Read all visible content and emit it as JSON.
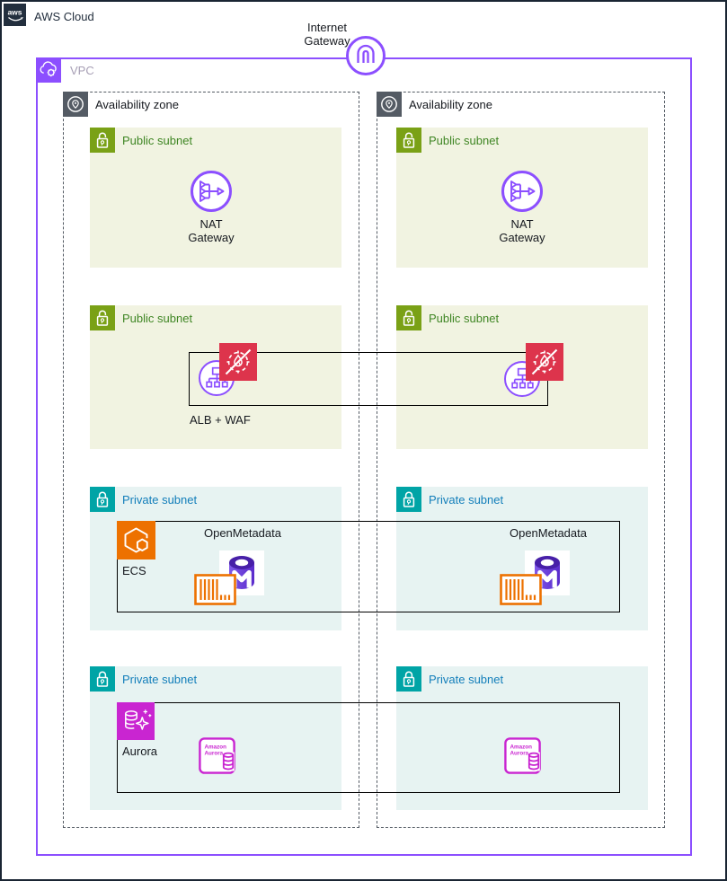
{
  "header": {
    "logo_text": "aws",
    "title": "AWS Cloud"
  },
  "vpc": {
    "label": "VPC"
  },
  "internet_gateway": {
    "line1": "Internet",
    "line2": "Gateway"
  },
  "zones": {
    "label": "Availability zone"
  },
  "labels": {
    "public_subnet": "Public subnet",
    "private_subnet": "Private subnet",
    "nat_line1": "NAT",
    "nat_line2": "Gateway",
    "alb_waf": "ALB + WAF",
    "ecs": "ECS",
    "openmetadata": "OpenMetadata",
    "aurora": "Aurora",
    "aurora_instance_line1": "Amazon",
    "aurora_instance_line2": "Aurora"
  },
  "colors": {
    "aws_dark": "#232F3E",
    "vpc_purple": "#8C4FFF",
    "public_green_icon": "#7AA116",
    "public_green_text": "#3F8624",
    "private_teal_icon": "#00A4A6",
    "private_blue_text": "#127EBA",
    "waf_red": "#DD344C",
    "ecs_orange": "#ED7100",
    "aurora_magenta": "#C925D1",
    "zone_gray": "#545B64"
  }
}
